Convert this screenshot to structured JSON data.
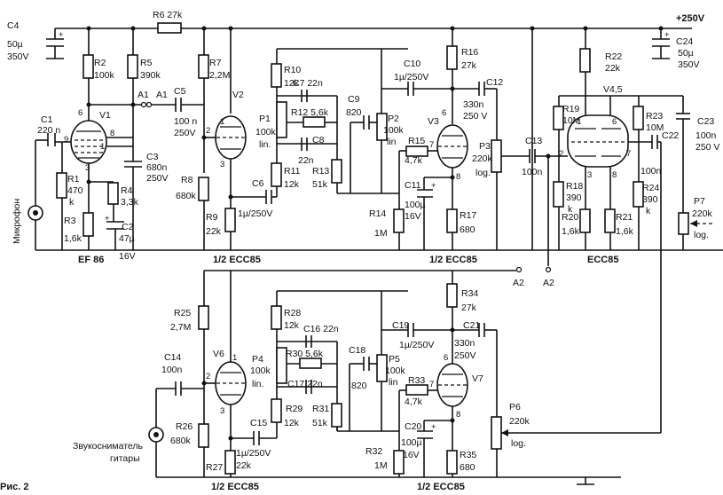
{
  "supply": "+250V",
  "figure_label": "Рис. 2",
  "inputs": {
    "mic": "Микрофон",
    "guitar_1": "Звукосниматель",
    "guitar_2": "гитары"
  },
  "tubes": {
    "v1": "V1",
    "v2": "V2",
    "v3": "V3",
    "v45": "V4,5",
    "v6": "V6",
    "v7": "V7",
    "ef86": "EF 86",
    "ecc85_a": "1/2 ECC85",
    "ecc85_b": "1/2 ECC85",
    "ecc85_c": "ECC85",
    "ecc85_d": "1/2 ECC85",
    "ecc85_e": "1/2 ECC85"
  },
  "nodes": {
    "a1_left": "A1",
    "a1_right": "A1",
    "a2_left": "A2",
    "a2_right": "A2"
  },
  "pins": [
    "6",
    "9",
    "8",
    "1",
    "3",
    "1",
    "2",
    "3",
    "6",
    "7",
    "8",
    "1",
    "6",
    "2",
    "7",
    "3",
    "8",
    "1",
    "2",
    "3",
    "6",
    "7",
    "8"
  ],
  "components": {
    "c4": [
      "C4",
      "50µ",
      "350V"
    ],
    "r6": "R6 27k",
    "r2": [
      "R2",
      "100k"
    ],
    "r5": [
      "R5",
      "390k"
    ],
    "r7": [
      "R7",
      "2,2M"
    ],
    "c5": [
      "C5",
      "100 n",
      "250V"
    ],
    "c1": [
      "C1",
      "220 n"
    ],
    "c3": [
      "C3",
      "680n",
      "250V"
    ],
    "r1": [
      "R1",
      "470",
      "k"
    ],
    "r4": [
      "R4",
      "3,3k"
    ],
    "r3": [
      "R3",
      "1,6k"
    ],
    "c2": [
      "C2",
      "47µ",
      "16V"
    ],
    "r8": [
      "R8",
      "680k"
    ],
    "r9": [
      "R9",
      "22k"
    ],
    "r10": [
      "R10",
      "12k"
    ],
    "c7": "C7 22n",
    "r12": "R12 5,6k",
    "p1": [
      "P1",
      "100k",
      "lin."
    ],
    "c8": [
      "C8",
      "22n"
    ],
    "r11": [
      "R11",
      "12k"
    ],
    "r13": [
      "R13",
      "51k"
    ],
    "c9": [
      "C9",
      "820"
    ],
    "p2": [
      "P2",
      "100k",
      "lin"
    ],
    "c6": [
      "C6",
      "1µ/250V"
    ],
    "c10": [
      "C10",
      "1µ/250V"
    ],
    "r15": [
      "R15",
      "4,7k"
    ],
    "c11": [
      "C11",
      "100µ",
      "16V"
    ],
    "r14": [
      "R14",
      "1M"
    ],
    "r16": [
      "R16",
      "27k"
    ],
    "r17": [
      "R17",
      "680"
    ],
    "c12": [
      "C12",
      "330n",
      "250 V"
    ],
    "p3": [
      "P3",
      "220k",
      "log."
    ],
    "c13": [
      "C13",
      "100n"
    ],
    "r22": [
      "R22",
      "22k"
    ],
    "c24": [
      "C24",
      "50µ",
      "350V"
    ],
    "r19": [
      "R19",
      "10M"
    ],
    "r23": [
      "R23",
      "10M"
    ],
    "c22": [
      "C22",
      "100n"
    ],
    "c23": [
      "C23",
      "100n",
      "250 V"
    ],
    "r18": [
      "R18",
      "390",
      "k"
    ],
    "r20": [
      "R20",
      "1,6k"
    ],
    "r21": [
      "R21",
      "1,6k"
    ],
    "r24": [
      "R24",
      "390",
      "k"
    ],
    "p7": [
      "P7",
      "220k",
      "log."
    ],
    "r25": [
      "R25",
      "2,7M"
    ],
    "c14": [
      "C14",
      "100n"
    ],
    "r26": [
      "R26",
      "680k"
    ],
    "r27": [
      "R27",
      "22k"
    ],
    "c15": [
      "C15",
      "1µ/250V"
    ],
    "r28": [
      "R28",
      "12k"
    ],
    "c16": "C16 22n",
    "r30": "R30 5,6k",
    "p4": [
      "P4",
      "100k",
      "lin."
    ],
    "c17": "C17 22n",
    "r29": [
      "R29",
      "12k"
    ],
    "r31": [
      "R31",
      "51k"
    ],
    "c18": [
      "C18",
      "820"
    ],
    "p5": [
      "P5",
      "100k",
      "lin"
    ],
    "c19": [
      "C19",
      "1µ/250V"
    ],
    "r34": [
      "R34",
      "27k"
    ],
    "c21": [
      "C21",
      "330n",
      "250V"
    ],
    "r33": [
      "R33",
      "4,7k"
    ],
    "c20": [
      "C20",
      "100µ",
      "16V"
    ],
    "r32": [
      "R32",
      "1M"
    ],
    "r35": [
      "R35",
      "680"
    ],
    "p6": [
      "P6",
      "220k",
      "log."
    ]
  }
}
